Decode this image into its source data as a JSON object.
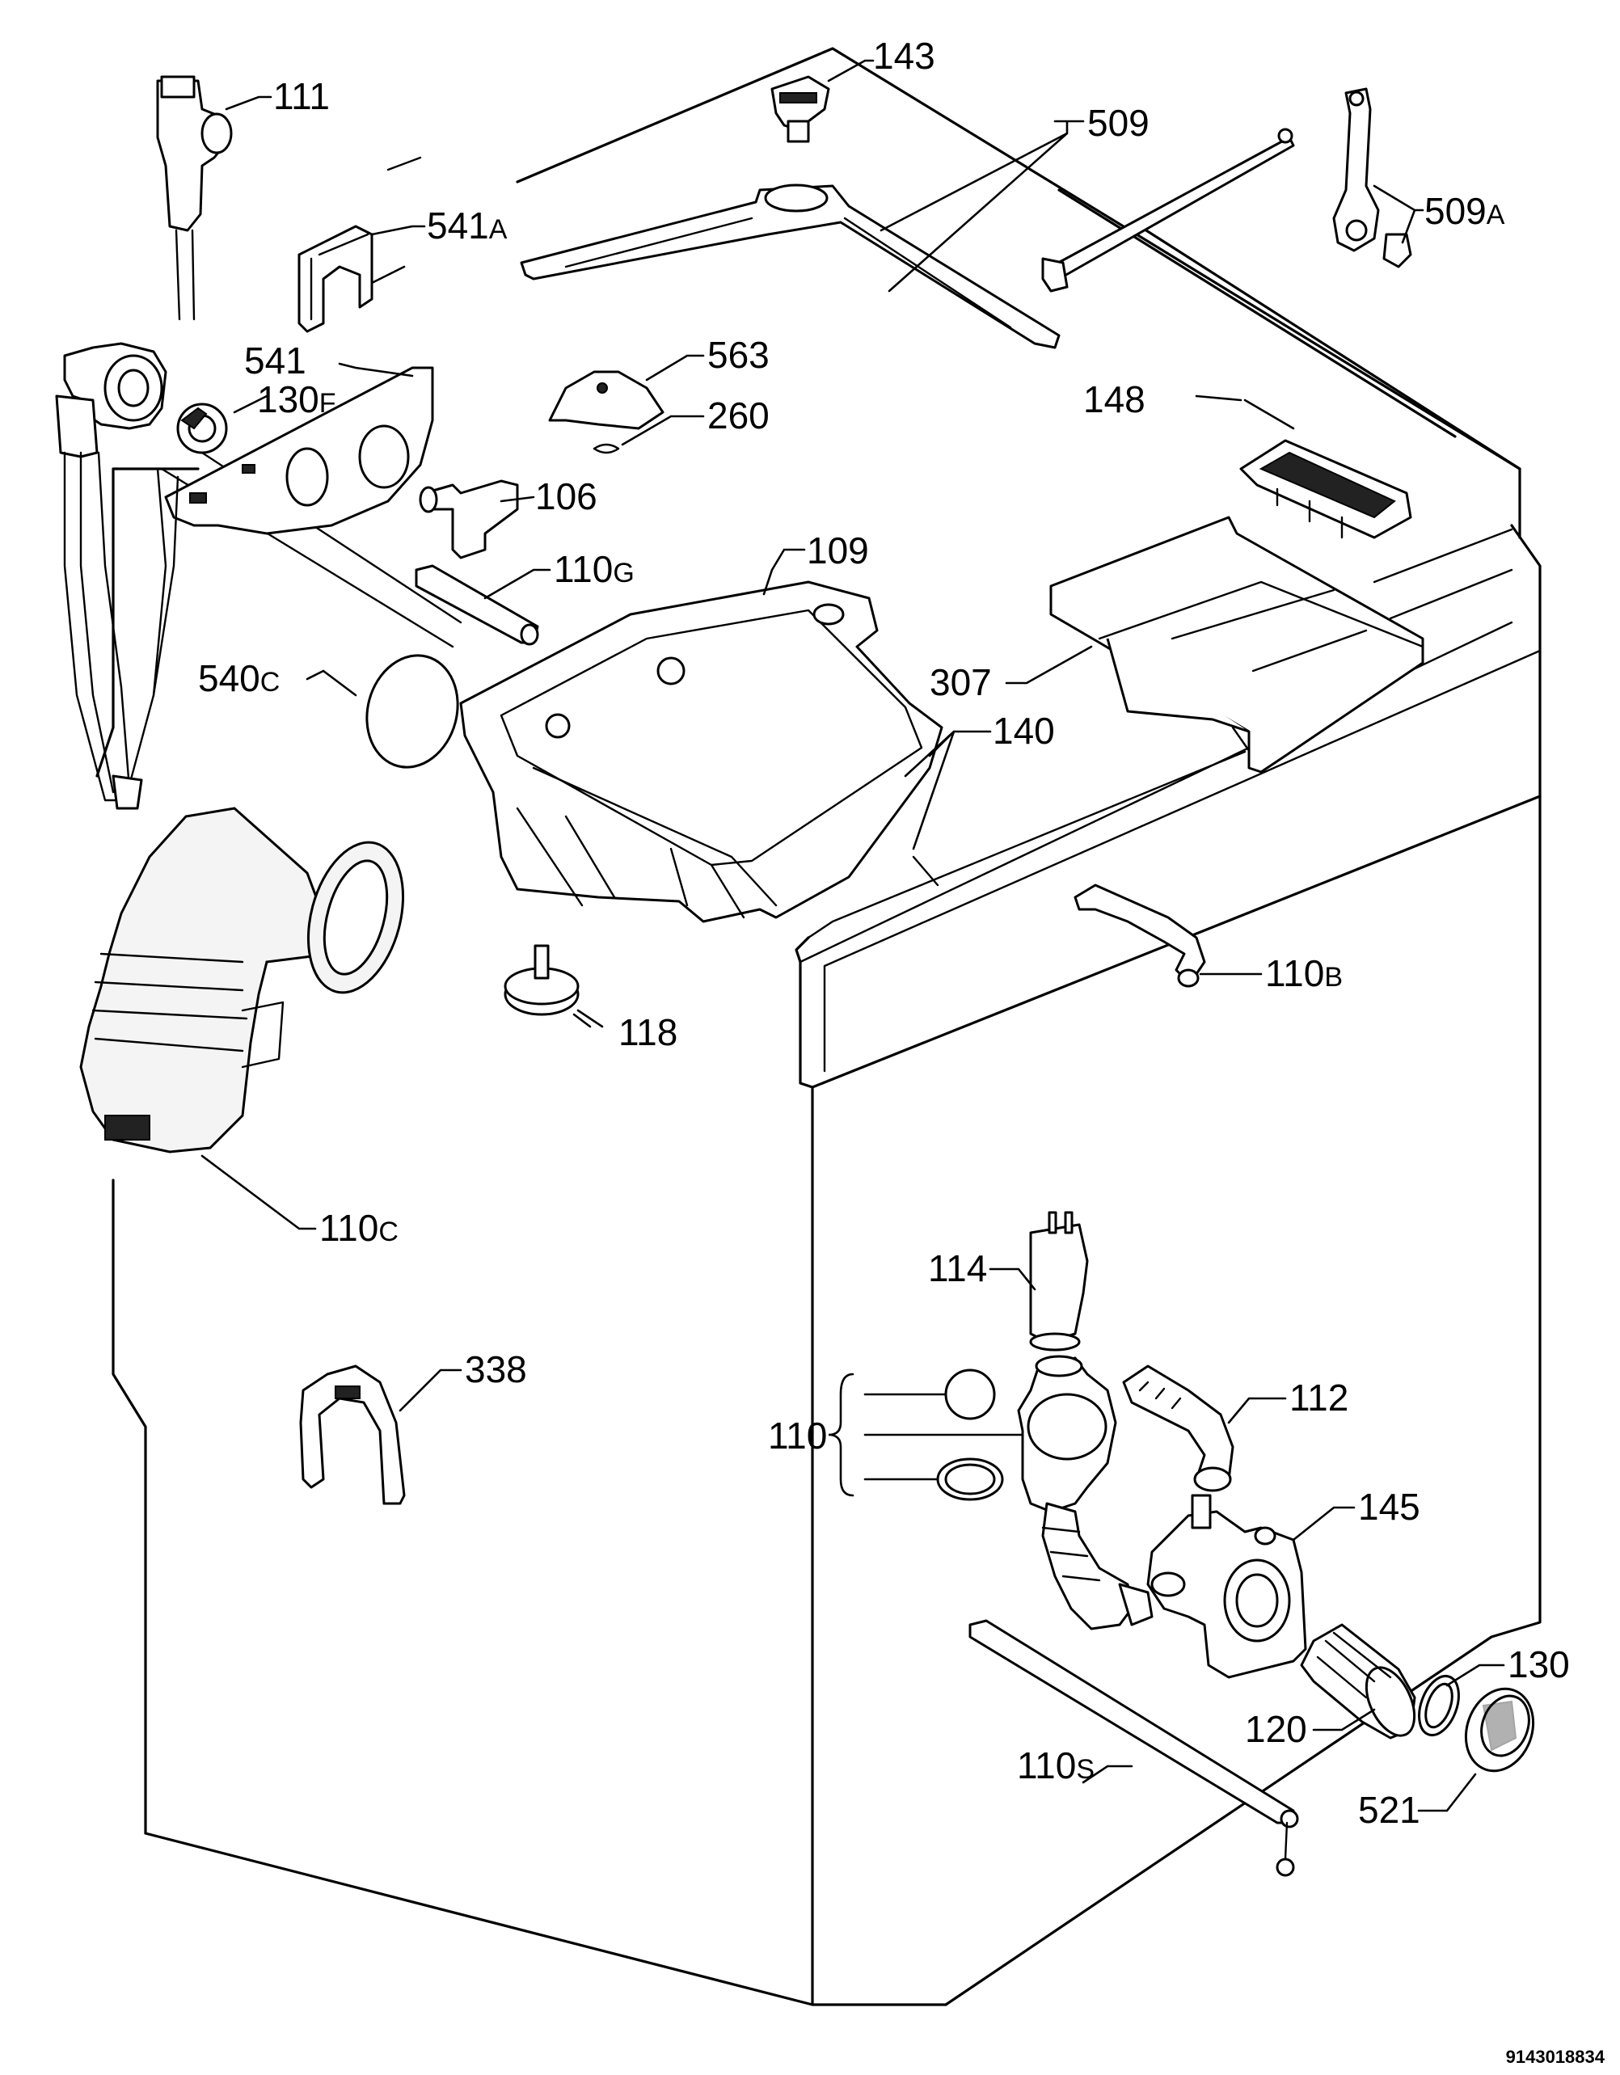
{
  "diagram": {
    "reference_number": "9143018834",
    "labels": [
      {
        "id": "111",
        "num": "111",
        "suffix": ""
      },
      {
        "id": "143",
        "num": "143",
        "suffix": ""
      },
      {
        "id": "509",
        "num": "509",
        "suffix": ""
      },
      {
        "id": "509A",
        "num": "509",
        "suffix": "A"
      },
      {
        "id": "541A",
        "num": "541",
        "suffix": "A"
      },
      {
        "id": "541",
        "num": "541",
        "suffix": ""
      },
      {
        "id": "130F",
        "num": "130",
        "suffix": "F"
      },
      {
        "id": "563",
        "num": "563",
        "suffix": ""
      },
      {
        "id": "260",
        "num": "260",
        "suffix": ""
      },
      {
        "id": "148",
        "num": "148",
        "suffix": ""
      },
      {
        "id": "106",
        "num": "106",
        "suffix": ""
      },
      {
        "id": "110G",
        "num": "110",
        "suffix": "G"
      },
      {
        "id": "109",
        "num": "109",
        "suffix": ""
      },
      {
        "id": "540C",
        "num": "540",
        "suffix": "C"
      },
      {
        "id": "307",
        "num": "307",
        "suffix": ""
      },
      {
        "id": "140",
        "num": "140",
        "suffix": ""
      },
      {
        "id": "110B",
        "num": "110",
        "suffix": "B"
      },
      {
        "id": "118",
        "num": "118",
        "suffix": ""
      },
      {
        "id": "110C",
        "num": "110",
        "suffix": "C"
      },
      {
        "id": "114",
        "num": "114",
        "suffix": ""
      },
      {
        "id": "338",
        "num": "338",
        "suffix": ""
      },
      {
        "id": "112",
        "num": "112",
        "suffix": ""
      },
      {
        "id": "110",
        "num": "110",
        "suffix": ""
      },
      {
        "id": "145",
        "num": "145",
        "suffix": ""
      },
      {
        "id": "130",
        "num": "130",
        "suffix": ""
      },
      {
        "id": "120",
        "num": "120",
        "suffix": ""
      },
      {
        "id": "110S",
        "num": "110",
        "suffix": "S"
      },
      {
        "id": "521",
        "num": "521",
        "suffix": ""
      }
    ]
  }
}
